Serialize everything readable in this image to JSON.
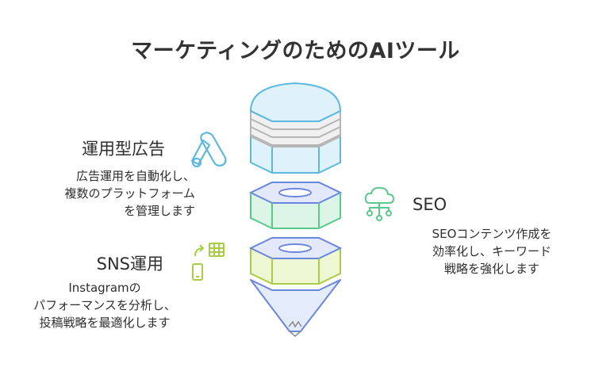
{
  "title": "マーケティングのためのAIツール",
  "sections": {
    "ads": {
      "heading": "運用型広告",
      "lines": [
        "広告運用を自動化し、",
        "複数のプラットフォーム",
        "を管理します"
      ],
      "icon": "google-ads-icon"
    },
    "sns": {
      "heading": "SNS運用",
      "lines": [
        "Instagramの",
        "パフォーマンスを分析し、",
        "投稿戦略を最適化します"
      ],
      "icon": "social-posting-icon"
    },
    "seo": {
      "heading": "SEO",
      "lines": [
        "SEOコンテンツ作成を",
        "効率化し、キーワード",
        "戦略を強化します"
      ],
      "icon": "cloud-network-icon"
    }
  },
  "colors": {
    "blue": "#5db8e0",
    "blue_fill": "#dff1fb",
    "gray": "#b5b5b5",
    "gray_fill": "#f0f0f0",
    "green": "#59c98a",
    "green_fill": "#dcf5e6",
    "indigo": "#6a86e0",
    "indigo_fill": "#e3e9fb",
    "lime": "#a8cd45",
    "lime_fill": "#eef7d4",
    "cone_fill": "#e4ecfb"
  }
}
